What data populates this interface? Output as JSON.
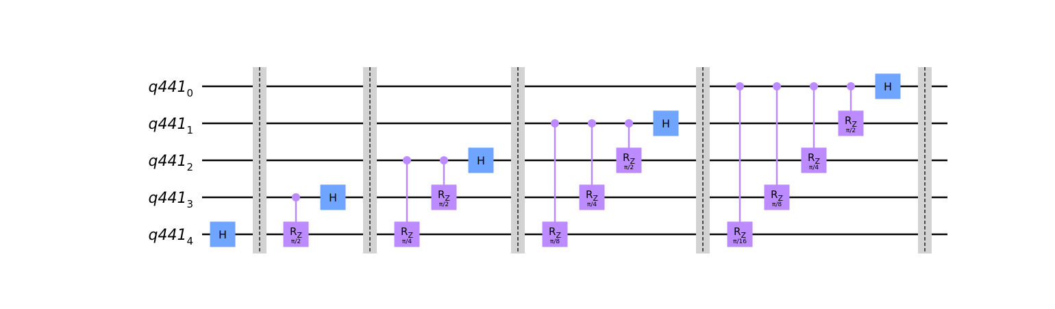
{
  "colors": {
    "wire": "#000000",
    "h_gate": "#6fa4ff",
    "rz_gate": "#bb8bff",
    "barrier": "#d3d3d3",
    "barrier_line": "#000000"
  },
  "qubits": [
    {
      "name": "q441",
      "index": "0"
    },
    {
      "name": "q441",
      "index": "1"
    },
    {
      "name": "q441",
      "index": "2"
    },
    {
      "name": "q441",
      "index": "3"
    },
    {
      "name": "q441",
      "index": "4"
    }
  ],
  "gate_symbols": {
    "h": "H",
    "rz": "R",
    "rz_sub": "Z"
  },
  "columns": [
    {
      "type": "gate",
      "gate": "h",
      "target": 4
    },
    {
      "type": "barrier"
    },
    {
      "type": "crz",
      "control": 3,
      "target": 4,
      "param": "π/2"
    },
    {
      "type": "gate",
      "gate": "h",
      "target": 3
    },
    {
      "type": "barrier"
    },
    {
      "type": "crz",
      "control": 2,
      "target": 4,
      "param": "π/4"
    },
    {
      "type": "crz",
      "control": 2,
      "target": 3,
      "param": "π/2"
    },
    {
      "type": "gate",
      "gate": "h",
      "target": 2
    },
    {
      "type": "barrier"
    },
    {
      "type": "crz",
      "control": 1,
      "target": 4,
      "param": "π/8"
    },
    {
      "type": "crz",
      "control": 1,
      "target": 3,
      "param": "π/4"
    },
    {
      "type": "crz",
      "control": 1,
      "target": 2,
      "param": "π/2"
    },
    {
      "type": "gate",
      "gate": "h",
      "target": 1
    },
    {
      "type": "barrier"
    },
    {
      "type": "crz",
      "control": 0,
      "target": 4,
      "param": "π/16"
    },
    {
      "type": "crz",
      "control": 0,
      "target": 3,
      "param": "π/8"
    },
    {
      "type": "crz",
      "control": 0,
      "target": 2,
      "param": "π/4"
    },
    {
      "type": "crz",
      "control": 0,
      "target": 1,
      "param": "π/2"
    },
    {
      "type": "gate",
      "gate": "h",
      "target": 0
    },
    {
      "type": "barrier"
    }
  ]
}
